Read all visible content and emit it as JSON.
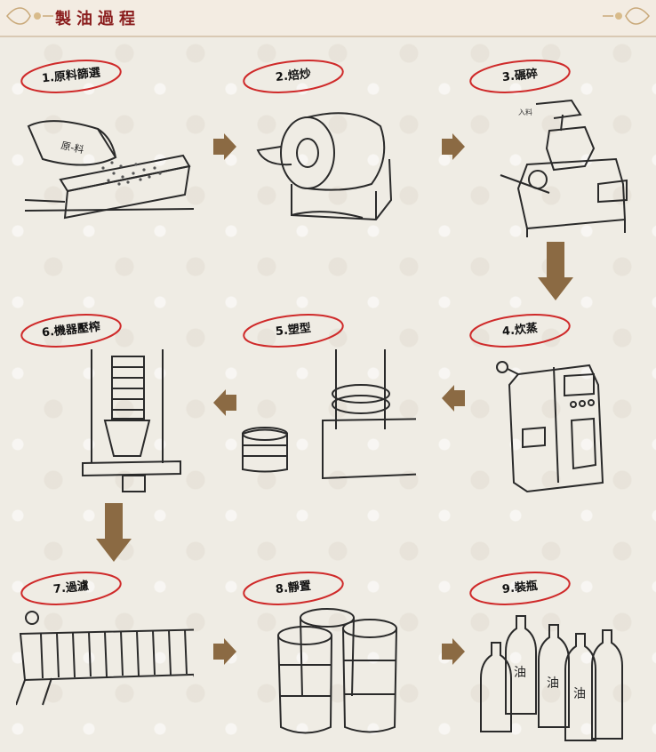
{
  "header": {
    "title": "製油過程"
  },
  "colors": {
    "title": "#8a1d1d",
    "arrow": "#8b6a43",
    "label_circle": "#cf2a2a",
    "line": "#2a2a2a"
  },
  "steps": [
    {
      "label": "1.原料篩選",
      "icon": "seed-sieve-illustration",
      "bag_text": "原-料"
    },
    {
      "label": "2.焙炒",
      "icon": "roasting-drum-illustration"
    },
    {
      "label": "3.碾碎",
      "icon": "grinder-illustration",
      "hopper_text": "入料"
    },
    {
      "label": "4.炊蒸",
      "icon": "steamer-illustration"
    },
    {
      "label": "5.塑型",
      "icon": "mold-press-illustration"
    },
    {
      "label": "6.機器壓榨",
      "icon": "oil-press-illustration"
    },
    {
      "label": "7.過濾",
      "icon": "filter-press-illustration"
    },
    {
      "label": "8.靜置",
      "icon": "settling-barrels-illustration"
    },
    {
      "label": "9.裝瓶",
      "icon": "bottles-illustration",
      "bottle_text": "油"
    }
  ]
}
